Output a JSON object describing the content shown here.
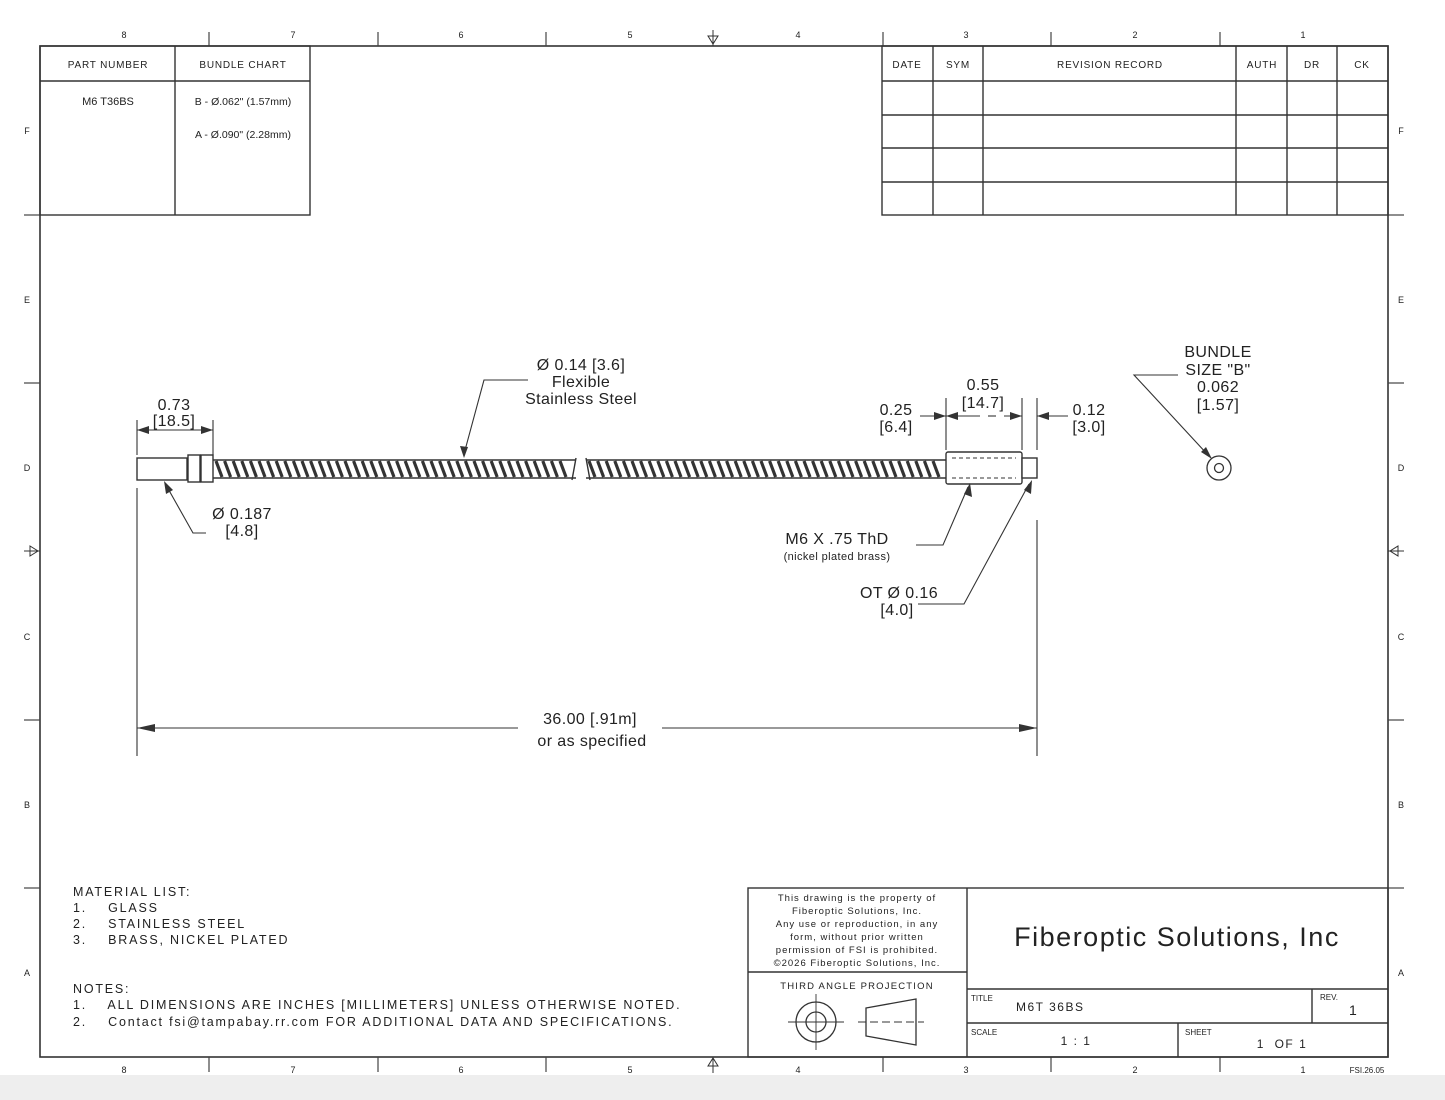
{
  "grid": {
    "columns": [
      "8",
      "7",
      "6",
      "5",
      "4",
      "3",
      "2",
      "1"
    ],
    "rows": [
      "F",
      "E",
      "D",
      "C",
      "B",
      "A"
    ]
  },
  "part_table": {
    "part_number_header": "PART NUMBER",
    "bundle_chart_header": "BUNDLE CHART",
    "part_number": "M6 T36BS",
    "bundle_b": "B - Ø.062\" (1.57mm)",
    "bundle_a": "A - Ø.090\" (2.28mm)"
  },
  "revision_table": {
    "headers": [
      "DATE",
      "SYM",
      "REVISION RECORD",
      "AUTH",
      "DR",
      "CK"
    ]
  },
  "callouts": {
    "tube_dia": "Ø 0.14 [3.6]",
    "tube_material_1": "Flexible",
    "tube_material_2": "Stainless Steel",
    "ferrule_len": "0.73",
    "ferrule_len_mm": "[18.5]",
    "ferrule_dia": "Ø 0.187",
    "ferrule_dia_mm": "[4.8]",
    "thread_len": "0.55",
    "thread_len_mm": "[14.7]",
    "hex_len": "0.25",
    "hex_len_mm": "[6.4]",
    "tip_len": "0.12",
    "tip_len_mm": "[3.0]",
    "thread_spec": "M6 X .75 ThD",
    "thread_material": "(nickel plated brass)",
    "tip_dia": "OT Ø 0.16",
    "tip_dia_mm": "[4.0]",
    "bundle_1": "BUNDLE",
    "bundle_2": "SIZE \"B\"",
    "bundle_3": "0.062",
    "bundle_4": "[1.57]",
    "overall_len": "36.00 [.91m]",
    "overall_note": "or as specified"
  },
  "material_list": {
    "title": "MATERIAL LIST:",
    "items": [
      "1.    GLASS",
      "2.    STAINLESS STEEL",
      "3.    BRASS, NICKEL PLATED"
    ]
  },
  "notes": {
    "title": "NOTES:",
    "items": [
      "1.    ALL DIMENSIONS ARE INCHES [MILLIMETERS] UNLESS OTHERWISE NOTED.",
      "2.    Contact fsi@tampabay.rr.com FOR ADDITIONAL DATA AND SPECIFICATIONS."
    ]
  },
  "title_block": {
    "property_lines": [
      "This drawing is the property of",
      "Fiberoptic Solutions, Inc.",
      "Any use or reproduction, in any",
      "form, without prior written",
      "permission of FSI is prohibited.",
      "©2026 Fiberoptic Solutions, Inc."
    ],
    "projection": "THIRD ANGLE PROJECTION",
    "company": "Fiberoptic Solutions, Inc",
    "title_label": "TITLE",
    "title": "M6T 36BS",
    "rev_label": "REV.",
    "rev": "1",
    "scale_label": "SCALE",
    "scale": "1 : 1",
    "sheet_label": "SHEET",
    "sheet": "1  OF 1",
    "drawing_code": "FSI.26.05"
  }
}
